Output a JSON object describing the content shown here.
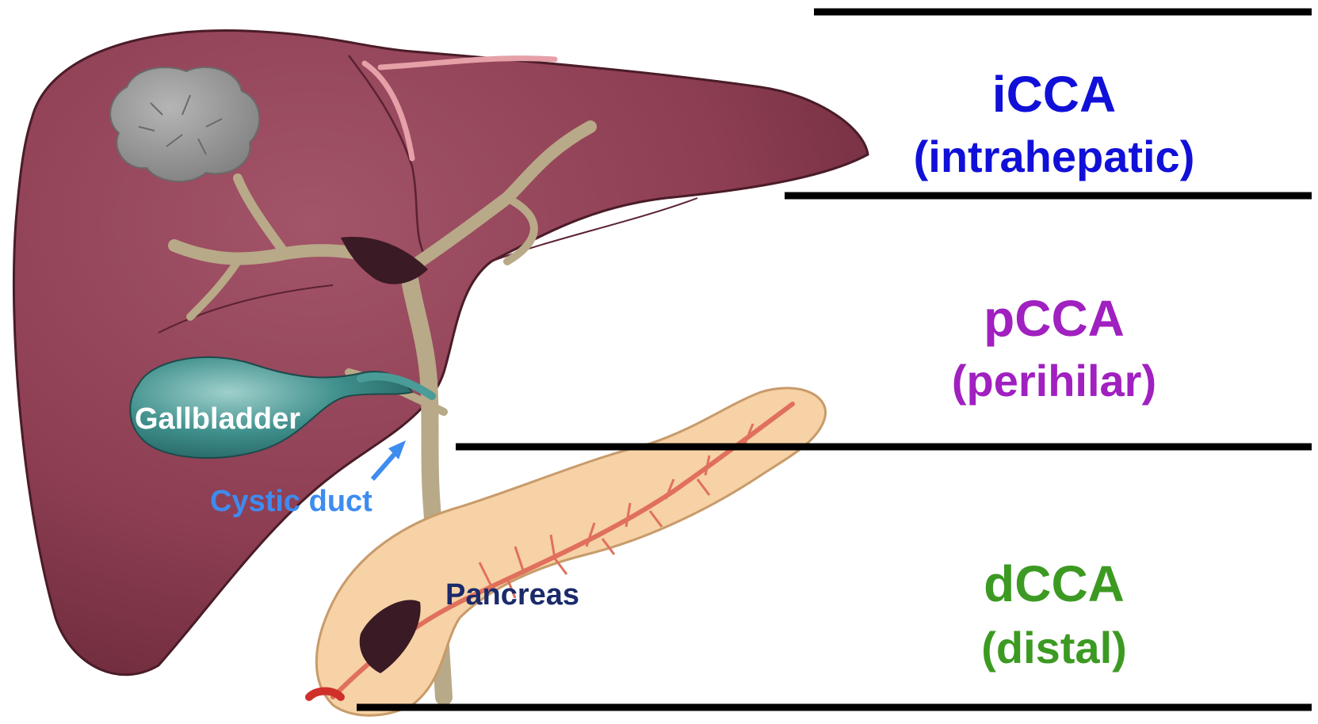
{
  "regions": [
    {
      "abbr": "iCCA",
      "name": "(intrahepatic)",
      "color": "#1010d8"
    },
    {
      "abbr": "pCCA",
      "name": "(perihilar)",
      "color": "#a020c0"
    },
    {
      "abbr": "dCCA",
      "name": "(distal)",
      "color": "#3c9a22"
    }
  ],
  "labels": {
    "gallbladder": "Gallbladder",
    "cystic_duct": "Cystic duct",
    "pancreas": "Pancreas"
  },
  "colors": {
    "liver": "#8e3e52",
    "liver_dark": "#6b2a3b",
    "bile_duct": "#b8a988",
    "gallbladder": "#3a8c8a",
    "pancreas": "#f6d2a6",
    "vessel": "#e0705c",
    "tumor": "#8f8f8f",
    "cystic_duct_label": "#3d8cf0",
    "pancreas_label": "#1a2a6a"
  }
}
